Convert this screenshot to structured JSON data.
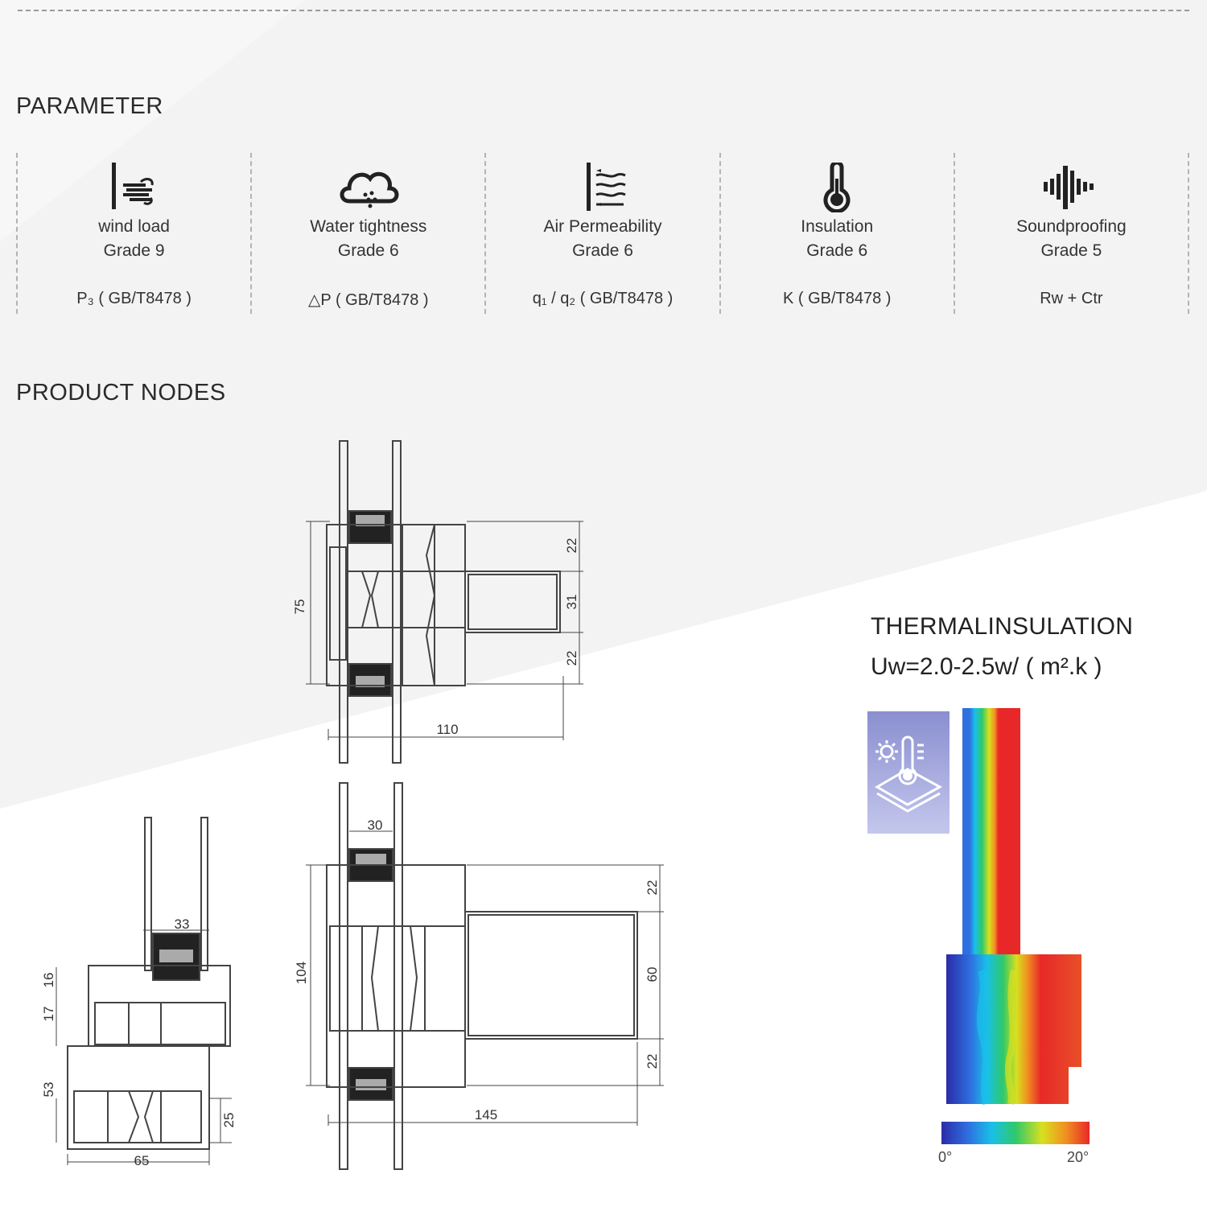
{
  "headings": {
    "parameter": "PARAMETER",
    "product_nodes": "PRODUCT NODES"
  },
  "parameters": [
    {
      "icon": "wind-icon",
      "name": "wind load",
      "grade": "Grade 9",
      "standard": "P₃ ( GB/T8478 )"
    },
    {
      "icon": "rain-cloud-icon",
      "name": "Water tightness",
      "grade": "Grade 6",
      "standard": "△P ( GB/T8478 )"
    },
    {
      "icon": "air-flow-icon",
      "name": "Air Permeability",
      "grade": "Grade 6",
      "standard": "q₁ / q₂ ( GB/T8478 )"
    },
    {
      "icon": "thermometer-icon",
      "name": "Insulation",
      "grade": "Grade 6",
      "standard": "K ( GB/T8478 )"
    },
    {
      "icon": "sound-wave-icon",
      "name": "Soundproofing",
      "grade": "Grade 5",
      "standard": "Rw + Ctr"
    }
  ],
  "nodes": {
    "mullion": {
      "height": "75",
      "top": "22",
      "middle": "31",
      "bottom": "22",
      "width": "110"
    },
    "frame": {
      "top_width": "30",
      "height": "104",
      "top": "22",
      "middle": "60",
      "bottom": "22",
      "width": "145"
    },
    "sash": {
      "glass": "33",
      "d1": "16",
      "d2": "17",
      "d3": "53",
      "d4": "25",
      "width": "65"
    }
  },
  "thermal": {
    "title": "THERMALINSULATION",
    "u_value": "Uw=2.0-2.5w/ ( m².k )",
    "icon": "heat-thermometer-icon",
    "scale_min": "0°",
    "scale_max": "20°",
    "colors": [
      "#2b2ba8",
      "#2f6fe0",
      "#19c0e8",
      "#2fc86a",
      "#d8e020",
      "#f09020",
      "#e82828"
    ]
  }
}
